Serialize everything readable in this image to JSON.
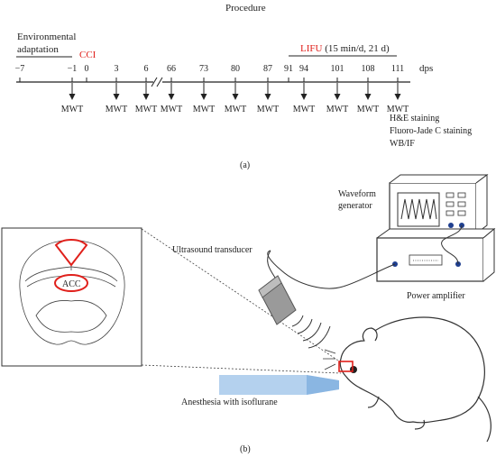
{
  "panel_a": {
    "title": "Procedure",
    "env_label_line1": "Environmental",
    "env_label_line2": "adaptation",
    "cci_label": "CCI",
    "lifu_label_main": "LIFU",
    "lifu_label_detail": " (15 min/d, 21 d)",
    "axis_unit": "dps",
    "ticks": [
      "−7",
      "−1",
      "0",
      "3",
      "6",
      "66",
      "73",
      "80",
      "87",
      "91",
      "94",
      "101",
      "108",
      "111"
    ],
    "mwt_label": "MWT",
    "endpoint_assays": [
      "H&E staining",
      "Fluoro-Jade C staining",
      "WB/IF"
    ],
    "caption": "(a)",
    "colors": {
      "accent_red": "#e0201b",
      "line": "#222222"
    }
  },
  "panel_b": {
    "waveform_generator_line1": "Waveform",
    "waveform_generator_line2": "generator",
    "power_amplifier": "Power amplifier",
    "transducer": "Ultrasound transducer",
    "anesthesia": "Anesthesia with isoflurane",
    "acc_label": "ACC",
    "caption": "(b)",
    "colors": {
      "anesthesia_blue": "#9bc1e8",
      "transducer_gray": "#8a8a8a",
      "target_red": "#e0201b"
    }
  }
}
